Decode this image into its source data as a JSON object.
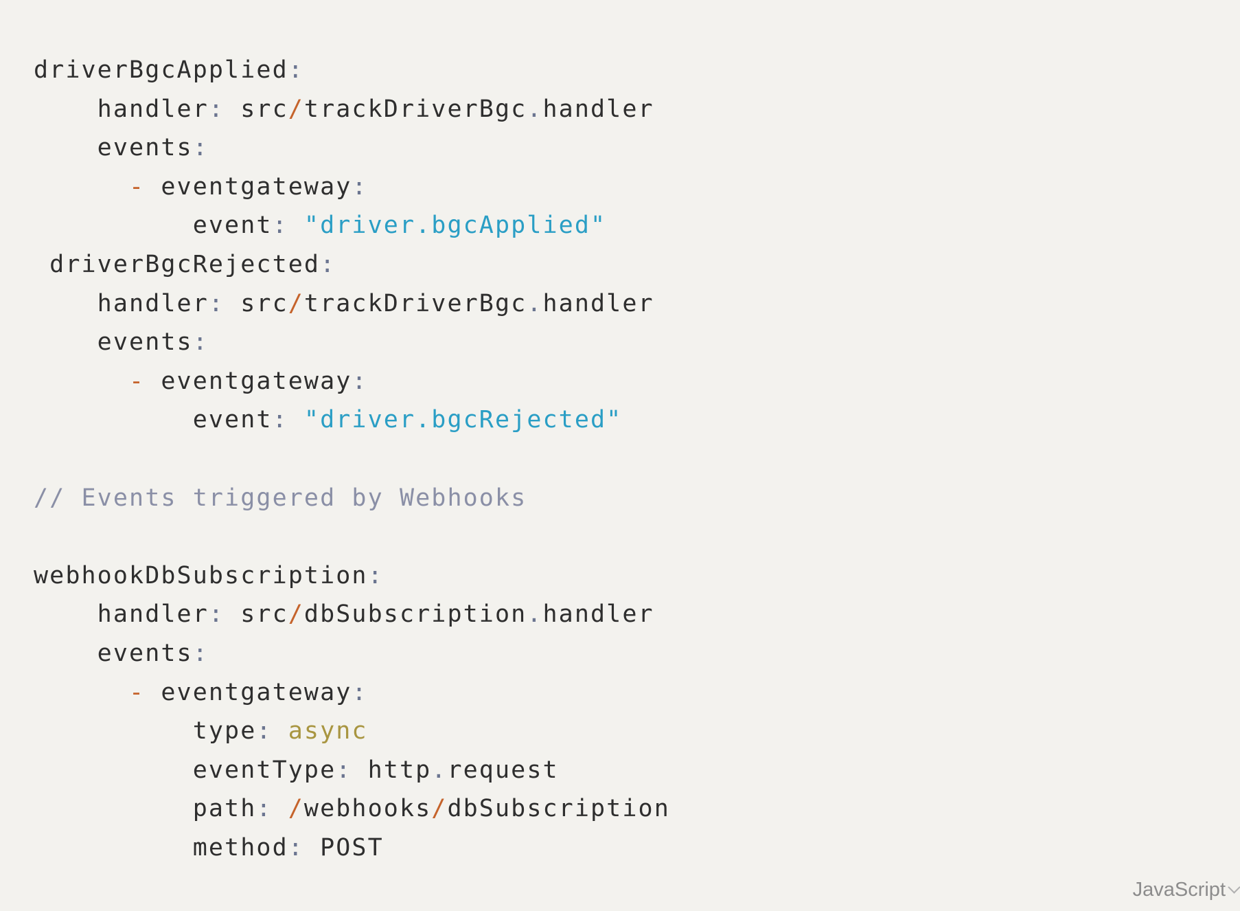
{
  "editor": {
    "language": "JavaScript",
    "colors": {
      "background": "#f3f2ee",
      "text": "#2e2e2e",
      "punctuation": "#6b7590",
      "operator": "#c5632b",
      "string": "#2a9ec5",
      "comment": "#8a8fa6",
      "keyword": "#a89540"
    },
    "lines": [
      [
        {
          "t": "plain",
          "v": "driverBgcApplied"
        },
        {
          "t": "punc",
          "v": ":"
        }
      ],
      [
        {
          "t": "plain",
          "v": "    handler"
        },
        {
          "t": "punc",
          "v": ":"
        },
        {
          "t": "plain",
          "v": " src"
        },
        {
          "t": "op",
          "v": "/"
        },
        {
          "t": "plain",
          "v": "trackDriverBgc"
        },
        {
          "t": "punc",
          "v": "."
        },
        {
          "t": "plain",
          "v": "handler"
        }
      ],
      [
        {
          "t": "plain",
          "v": "    events"
        },
        {
          "t": "punc",
          "v": ":"
        }
      ],
      [
        {
          "t": "plain",
          "v": "      "
        },
        {
          "t": "op",
          "v": "-"
        },
        {
          "t": "plain",
          "v": " eventgateway"
        },
        {
          "t": "punc",
          "v": ":"
        }
      ],
      [
        {
          "t": "plain",
          "v": "          event"
        },
        {
          "t": "punc",
          "v": ":"
        },
        {
          "t": "plain",
          "v": " "
        },
        {
          "t": "str",
          "v": "\"driver.bgcApplied\""
        }
      ],
      [
        {
          "t": "plain",
          "v": " driverBgcRejected"
        },
        {
          "t": "punc",
          "v": ":"
        }
      ],
      [
        {
          "t": "plain",
          "v": "    handler"
        },
        {
          "t": "punc",
          "v": ":"
        },
        {
          "t": "plain",
          "v": " src"
        },
        {
          "t": "op",
          "v": "/"
        },
        {
          "t": "plain",
          "v": "trackDriverBgc"
        },
        {
          "t": "punc",
          "v": "."
        },
        {
          "t": "plain",
          "v": "handler"
        }
      ],
      [
        {
          "t": "plain",
          "v": "    events"
        },
        {
          "t": "punc",
          "v": ":"
        }
      ],
      [
        {
          "t": "plain",
          "v": "      "
        },
        {
          "t": "op",
          "v": "-"
        },
        {
          "t": "plain",
          "v": " eventgateway"
        },
        {
          "t": "punc",
          "v": ":"
        }
      ],
      [
        {
          "t": "plain",
          "v": "          event"
        },
        {
          "t": "punc",
          "v": ":"
        },
        {
          "t": "plain",
          "v": " "
        },
        {
          "t": "str",
          "v": "\"driver.bgcRejected\""
        }
      ],
      [],
      [
        {
          "t": "cmt",
          "v": "// Events triggered by Webhooks"
        }
      ],
      [],
      [
        {
          "t": "plain",
          "v": "webhookDbSubscription"
        },
        {
          "t": "punc",
          "v": ":"
        }
      ],
      [
        {
          "t": "plain",
          "v": "    handler"
        },
        {
          "t": "punc",
          "v": ":"
        },
        {
          "t": "plain",
          "v": " src"
        },
        {
          "t": "op",
          "v": "/"
        },
        {
          "t": "plain",
          "v": "dbSubscription"
        },
        {
          "t": "punc",
          "v": "."
        },
        {
          "t": "plain",
          "v": "handler"
        }
      ],
      [
        {
          "t": "plain",
          "v": "    events"
        },
        {
          "t": "punc",
          "v": ":"
        }
      ],
      [
        {
          "t": "plain",
          "v": "      "
        },
        {
          "t": "op",
          "v": "-"
        },
        {
          "t": "plain",
          "v": " eventgateway"
        },
        {
          "t": "punc",
          "v": ":"
        }
      ],
      [
        {
          "t": "plain",
          "v": "          type"
        },
        {
          "t": "punc",
          "v": ":"
        },
        {
          "t": "plain",
          "v": " "
        },
        {
          "t": "kw",
          "v": "async"
        }
      ],
      [
        {
          "t": "plain",
          "v": "          eventType"
        },
        {
          "t": "punc",
          "v": ":"
        },
        {
          "t": "plain",
          "v": " http"
        },
        {
          "t": "punc",
          "v": "."
        },
        {
          "t": "plain",
          "v": "request"
        }
      ],
      [
        {
          "t": "plain",
          "v": "          path"
        },
        {
          "t": "punc",
          "v": ":"
        },
        {
          "t": "plain",
          "v": " "
        },
        {
          "t": "op",
          "v": "/"
        },
        {
          "t": "plain",
          "v": "webhooks"
        },
        {
          "t": "op",
          "v": "/"
        },
        {
          "t": "plain",
          "v": "dbSubscription"
        }
      ],
      [
        {
          "t": "plain",
          "v": "          method"
        },
        {
          "t": "punc",
          "v": ":"
        },
        {
          "t": "plain",
          "v": " POST"
        }
      ]
    ]
  }
}
